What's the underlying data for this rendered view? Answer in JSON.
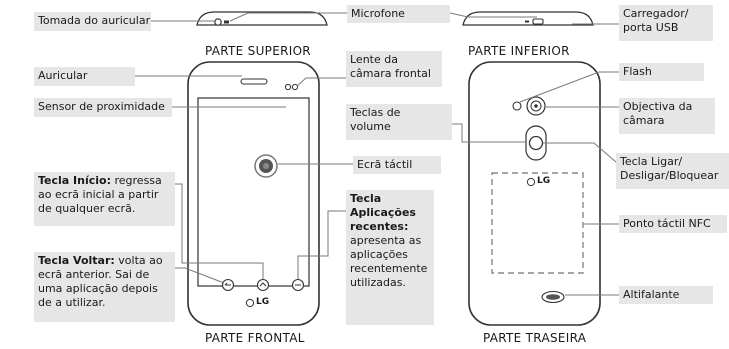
{
  "view_titles": {
    "top": "PARTE SUPERIOR",
    "bottom": "PARTE INFERIOR",
    "front": "PARTE FRONTAL",
    "back": "PARTE TRASEIRA"
  },
  "brand": {
    "front_logo": "LG",
    "back_logo": "LG"
  },
  "labels": {
    "headset_jack": "Tomada do auricular",
    "microphone": "Microfone",
    "charger_line1": "Carregador/",
    "charger_line2": "porta USB",
    "front_camera_line1": "Lente da",
    "front_camera_line2": "câmara frontal",
    "earpiece": "Auricular",
    "proximity_sensor": "Sensor de proximidade",
    "volume_line1": "Teclas de",
    "volume_line2": "volume",
    "touch_screen": "Ecrã táctil",
    "home_key_title": "Tecla Início:",
    "home_key_line1_rest": " regressa",
    "home_key_line2": "ao ecrã inicial a partir",
    "home_key_line3": "de qualquer ecrã.",
    "back_key_title": "Tecla Voltar:",
    "back_key_line1_rest": " volta ao",
    "back_key_line2": "ecrã anterior. Sai de",
    "back_key_line3": "uma aplicação depois",
    "back_key_line4": "de a utilizar.",
    "recent_title_line1": "Tecla",
    "recent_title_line2": "Aplicações",
    "recent_title_line3": "recentes:",
    "recent_line4": "apresenta as",
    "recent_line5": "aplicações",
    "recent_line6": "recentemente",
    "recent_line7": "utilizadas.",
    "flash": "Flash",
    "camera_lens_line1": "Objectiva da",
    "camera_lens_line2": "câmara",
    "power_key_line1": "Tecla Ligar/",
    "power_key_line2": "Desligar/Bloquear",
    "nfc": "Ponto táctil NFC",
    "speaker": "Altifalante"
  },
  "colors": {
    "label_bg": "#e6e6e6",
    "line": "#7a7a7a",
    "device_outline": "#333333"
  }
}
